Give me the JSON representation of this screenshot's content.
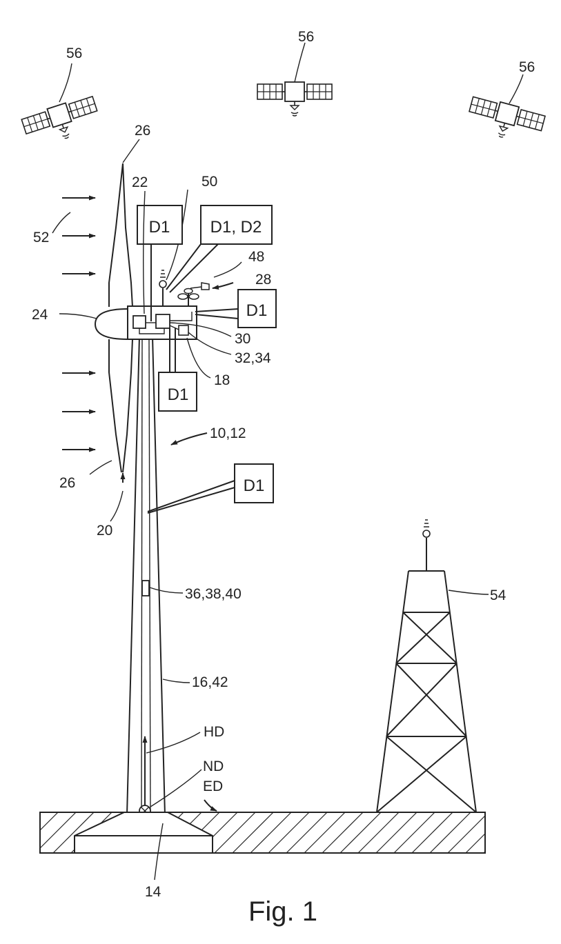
{
  "figure": {
    "caption": "Fig. 1",
    "refs": {
      "satellite_left": "56",
      "satellite_middle": "56",
      "satellite_right": "56",
      "blade_top": "26",
      "blade_bottom": "26",
      "nacelle": "22",
      "antenna": "50",
      "wind": "52",
      "sensor_wind": "48",
      "anemometer": "28",
      "hub": "24",
      "unit_30": "30",
      "unit_32_34": "32,34",
      "unit_18": "18",
      "turbine": "10,12",
      "rotor": "20",
      "unit_36_38_40": "36,38,40",
      "mast": "54",
      "tower": "16,42",
      "hd": "HD",
      "nd": "ND",
      "ed": "ED",
      "foundation": "14"
    },
    "boxes": {
      "box_top_left": "D1",
      "box_top_right": "D1, D2",
      "box_right": "D1",
      "box_lower": "D1",
      "box_tower": "D1"
    }
  }
}
